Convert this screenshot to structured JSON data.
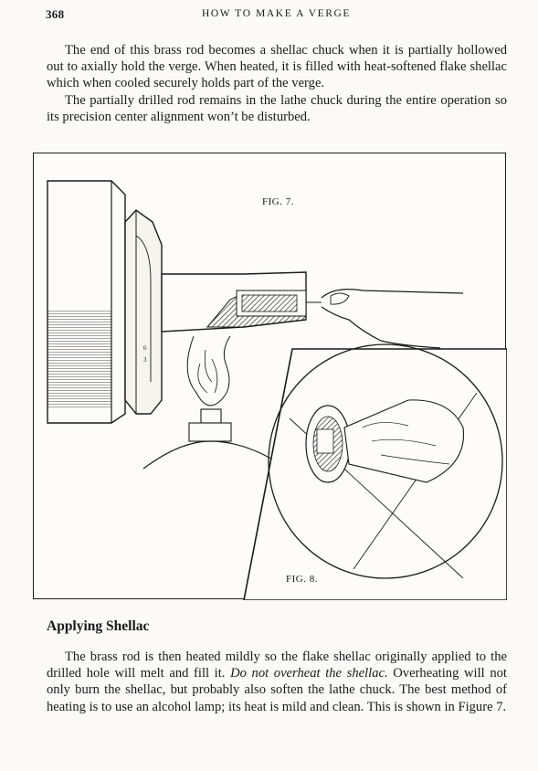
{
  "header": {
    "page_number": "368",
    "running_head": "HOW TO MAKE A VERGE"
  },
  "paragraphs": [
    "The end of this brass rod becomes a shellac chuck when it is partially hollowed out to axially hold the verge. When heated, it is filled with heat-softened flake shellac which when cooled securely holds part of the verge.",
    "The partially drilled rod remains in the lathe chuck during the entire operation so its precision center alignment won’t be disturbed."
  ],
  "figure": {
    "fig7_label": "FIG. 7.",
    "fig8_label": "FIG. 8."
  },
  "section": {
    "heading": "Applying Shellac",
    "p_start": "The brass rod is then heated mildly so the flake shellac originally applied to the drilled hole will melt and fill it. ",
    "p_emphasis": "Do not overheat the shellac.",
    "p_end": " Overheating will not only burn the shellac, but probably also soften the lathe chuck. The best method of heating is to use an alcohol lamp; its heat is mild and clean. This is shown in Figure 7."
  }
}
